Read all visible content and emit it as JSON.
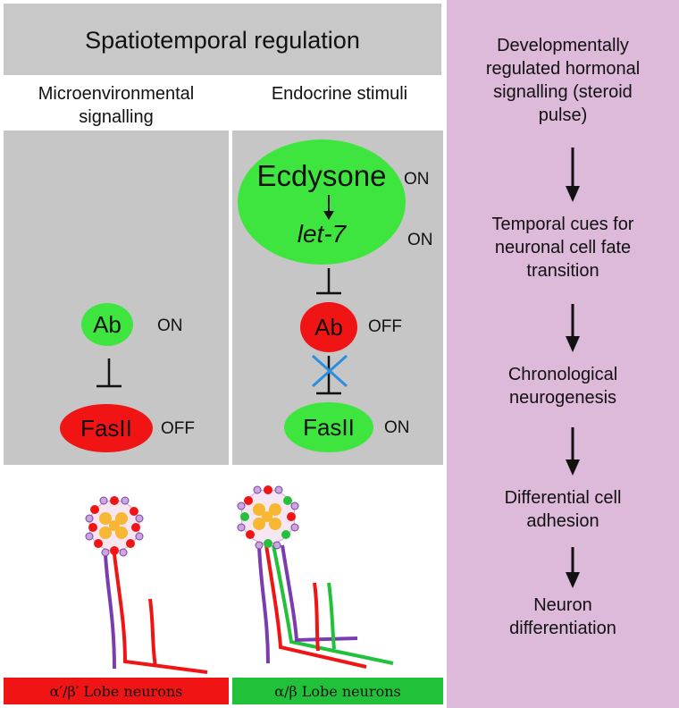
{
  "header": {
    "title": "Spatiotemporal regulation"
  },
  "columns": {
    "left": {
      "label": "Microenvironmental signalling"
    },
    "middle": {
      "label": "Endocrine stimuli"
    }
  },
  "left_panel": {
    "ab": {
      "label": "Ab",
      "state": "ON"
    },
    "fasii": {
      "label": "FasII",
      "state": "OFF"
    }
  },
  "middle_panel": {
    "ecdysone": {
      "label": "Ecdysone",
      "state": "ON"
    },
    "let7": {
      "label": "let-7",
      "state": "ON"
    },
    "ab": {
      "label": "Ab",
      "state": "OFF"
    },
    "fasii": {
      "label": "FasII",
      "state": "ON"
    }
  },
  "lobes": {
    "left": {
      "label": "α′/β′ Lobe neurons",
      "color": "#f01414"
    },
    "right": {
      "label": "α/β Lobe neurons",
      "color": "#22c13a"
    }
  },
  "pathway": {
    "steps": [
      "Developmentally regulated hormonal signalling (steroid pulse)",
      "Temporal cues for neuronal cell fate transition",
      "Chronological neurogenesis",
      "Differential cell adhesion",
      "Neuron differentiation"
    ]
  },
  "colors": {
    "panel": "#c6c6c6",
    "right_panel": "#ddb9da",
    "green": "#3fe53f",
    "red": "#f01414",
    "purple": "#7a3db0",
    "orange": "#f7b733",
    "block_cross": "#2a8fe0"
  }
}
